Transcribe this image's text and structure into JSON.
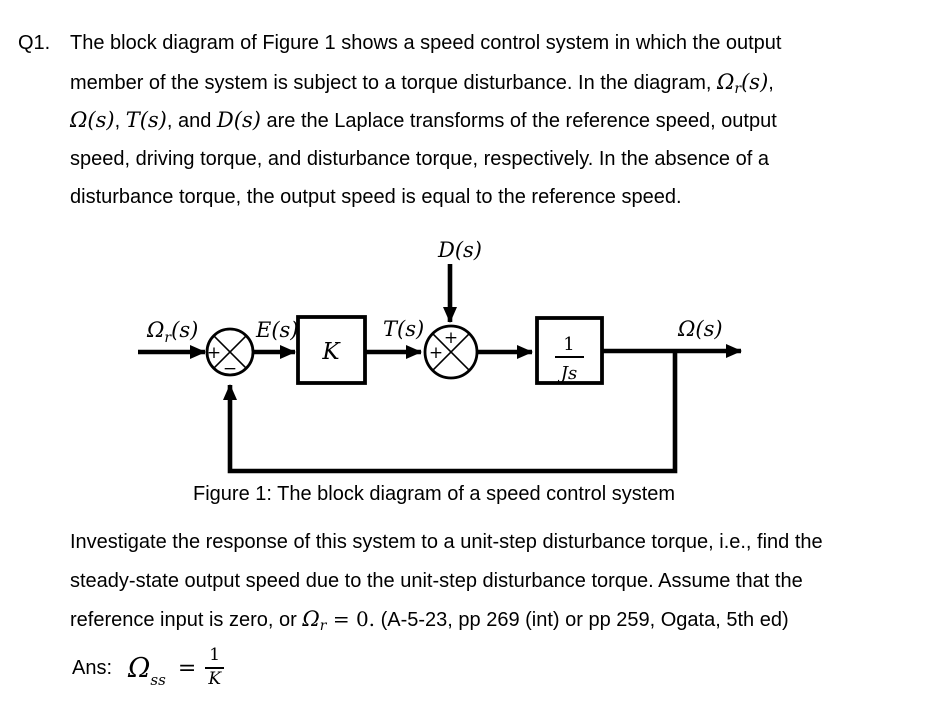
{
  "page": {
    "background": "#ffffff",
    "text_color": "#000000"
  },
  "question": {
    "number": "Q1.",
    "para1": {
      "lines": [
        [
          {
            "t": "The block diagram of Figure 1 shows a speed control system in which the output"
          }
        ],
        [
          {
            "t": "member of the system is subject to a torque disturbance. In the diagram, "
          },
          {
            "t": "Ω",
            "s": "m"
          },
          {
            "t": "r",
            "s": "sub"
          },
          {
            "t": "(s)",
            "s": "m"
          },
          {
            "t": ","
          }
        ],
        [
          {
            "t": "Ω(s)",
            "s": "m"
          },
          {
            "t": ", "
          },
          {
            "t": "T(s)",
            "s": "m"
          },
          {
            "t": ", and "
          },
          {
            "t": "D(s)",
            "s": "m"
          },
          {
            "t": " are the Laplace transforms of the reference speed, output"
          }
        ],
        [
          {
            "t": "speed, driving torque, and disturbance torque, respectively. In the absence of a"
          }
        ],
        [
          {
            "t": "disturbance torque, the output speed is equal to the reference speed."
          }
        ]
      ]
    },
    "para2": {
      "lines": [
        [
          {
            "t": "Investigate the response of this system to a unit-step disturbance torque, i.e., find the"
          }
        ],
        [
          {
            "t": "steady-state output speed due to the unit-step disturbance torque. Assume that the"
          }
        ],
        [
          {
            "t": "reference input is zero, or "
          },
          {
            "t": "Ω",
            "s": "m"
          },
          {
            "t": "r",
            "s": "sub"
          },
          {
            "t": " = 0.",
            "s": "mr"
          },
          {
            "t": " (A-5-23, pp 269 (int) or pp 259, Ogata, 5th ed)"
          }
        ]
      ]
    }
  },
  "figure": {
    "caption": "Figure 1: The block diagram of a speed control system",
    "labels": {
      "input_main": "Ω",
      "input_sub": "r",
      "input_rest": "(s)",
      "error": "E(s)",
      "gain": "K",
      "torque": "T(s)",
      "disturbance": "D(s)",
      "plant_num": "1",
      "plant_den": "Js",
      "output": "Ω(s)",
      "sum1_sign_left": "+",
      "sum1_sign_bottom": "−",
      "sum2_sign_left": "+",
      "sum2_sign_top": "+"
    },
    "line_color": "#000000"
  },
  "answer": {
    "label": "Ans:",
    "omega": "Ω",
    "subscript": "ss",
    "equals": "=",
    "numerator": "1",
    "denominator": "K"
  }
}
